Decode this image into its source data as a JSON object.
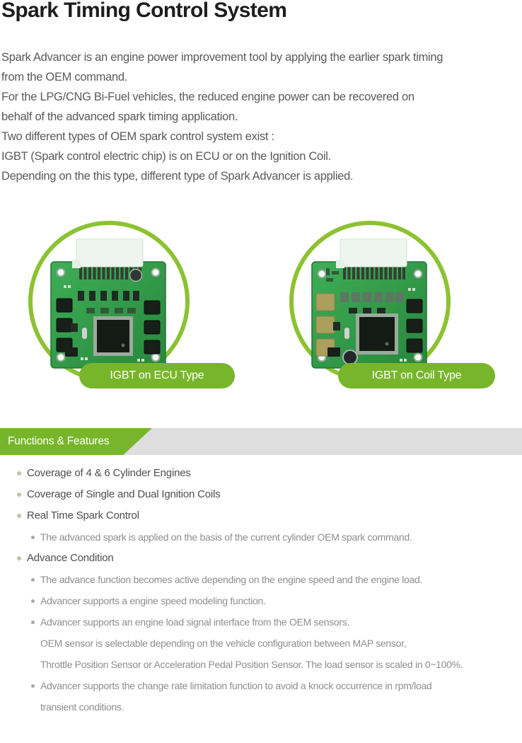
{
  "header": {
    "title": "Spark Timing Control System"
  },
  "intro": {
    "text": "Spark Advancer is an engine power improvement tool by applying the earlier spark timing\nfrom the OEM command.\nFor the LPG/CNG Bi-Fuel vehicles, the reduced engine power can be recovered on\nbehalf of the advanced spark timing application.\nTwo different types of OEM spark control system exist :\nIGBT (Spark control electric chip) is on ECU or on the Ignition Coil.\nDepending on the this type, different type of Spark Advancer is applied."
  },
  "products": {
    "ecu": {
      "label": "IGBT on ECU Type"
    },
    "coil": {
      "label": "IGBT on Coil Type"
    }
  },
  "features": {
    "heading": "Functions & Features",
    "items": [
      {
        "text": "Coverage of 4 & 6 Cylinder Engines"
      },
      {
        "text": "Coverage of Single and Dual Ignition Coils"
      },
      {
        "text": "Real Time Spark Control",
        "sub": [
          {
            "text": "The advanced spark is applied on the basis of the current cylinder OEM spark command."
          }
        ]
      },
      {
        "text": "Advance Condition",
        "sub": [
          {
            "text": "The advance function becomes active depending on the engine speed and the engine load."
          },
          {
            "text": "Advancer supports a engine speed modeling function."
          },
          {
            "text": "Advancer supports an engine load signal interface from the OEM sensors.\nOEM sensor is selectable depending on the vehicle configuration between MAP sensor,\nThrottle Position Sensor or Acceleration Pedal Position Sensor. The load sensor is scaled in 0~100%."
          },
          {
            "text": "Advancer supports  the change rate limitation function to avoid a knock occurrence in rpm/load\ntransient conditions."
          }
        ]
      }
    ]
  },
  "colors": {
    "accent_green": "#77b62a",
    "ring_green": "#8cc232",
    "bar_gray": "#dedede"
  }
}
